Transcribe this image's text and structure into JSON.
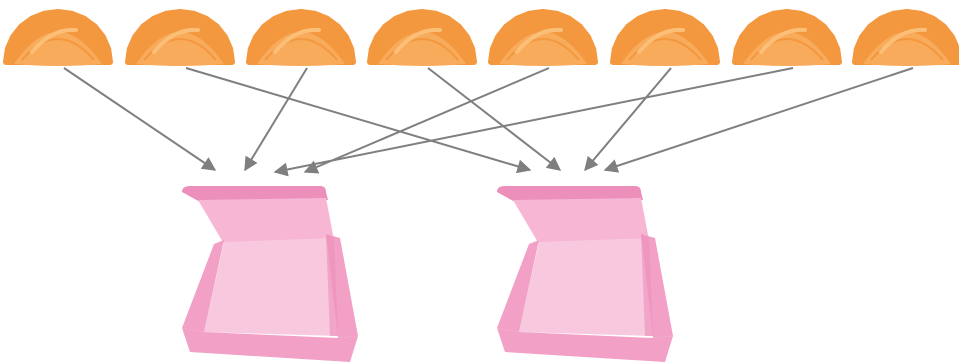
{
  "colors": {
    "dumpling_fill": "#f8ab5a",
    "dumpling_crimp": "#f4983f",
    "dumpling_highlight": "#fbbf78",
    "arrow": "#7f7f7f",
    "box_outer": "#f2a0c6",
    "box_inner": "#f8c8de",
    "box_back": "#f6b6d4",
    "box_edge": "#ec8fba"
  },
  "icons": {
    "item": "dumpling-icon",
    "container": "takeout-box-icon"
  },
  "dumplings": [
    {
      "id": 1,
      "target_box": 1
    },
    {
      "id": 2,
      "target_box": 2
    },
    {
      "id": 3,
      "target_box": 1
    },
    {
      "id": 4,
      "target_box": 2
    },
    {
      "id": 5,
      "target_box": 1
    },
    {
      "id": 6,
      "target_box": 2
    },
    {
      "id": 7,
      "target_box": 1
    },
    {
      "id": 8,
      "target_box": 2
    }
  ],
  "boxes": [
    {
      "id": 1
    },
    {
      "id": 2
    }
  ]
}
